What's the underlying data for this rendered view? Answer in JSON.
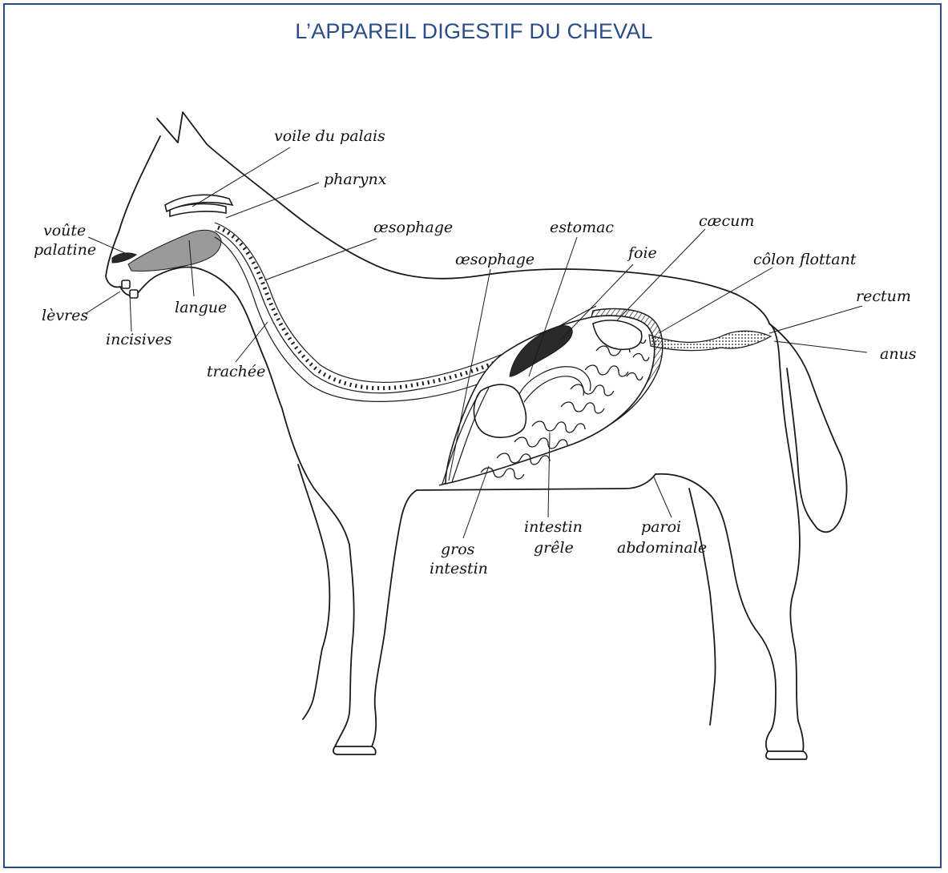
{
  "title": "L’APPAREIL DIGESTIF DU CHEVAL",
  "labels": {
    "voile_du_palais": "voile du palais",
    "pharynx": "pharynx",
    "voute_palatine_1": "voûte",
    "voute_palatine_2": "palatine",
    "oesophage_neck": "œsophage",
    "oesophage_body": "œsophage",
    "estomac": "estomac",
    "foie": "foie",
    "caecum": "cæcum",
    "colon_flottant": "côlon flottant",
    "rectum": "rectum",
    "anus": "anus",
    "levres": "lèvres",
    "langue": "langue",
    "incisives": "incisives",
    "trachee": "trachée",
    "gros_intestin_1": "gros",
    "gros_intestin_2": "intestin",
    "intestin_grele_1": "intestin",
    "intestin_grele_2": "grêle",
    "paroi_abdominale_1": "paroi",
    "paroi_abdominale_2": "abdominale"
  },
  "colors": {
    "frame": "#2b4d86",
    "title": "#2b4d86",
    "ink": "#1a1a1a"
  }
}
